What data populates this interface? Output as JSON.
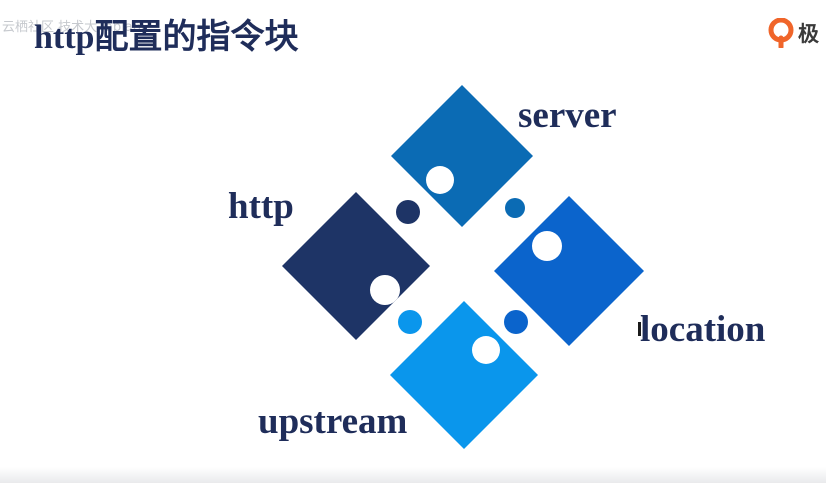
{
  "watermark": "云栖社区 技术大 lablabi",
  "title": "http配置的指令块",
  "brand": {
    "text": "极",
    "icon": "brand-logo-icon",
    "color": "#f0652a"
  },
  "pieces": [
    {
      "label": "server",
      "color": "#0b6bb4"
    },
    {
      "label": "http",
      "color": "#1e3466"
    },
    {
      "label": "location",
      "color": "#0b64cc"
    },
    {
      "label": "upstream",
      "color": "#0a96ec"
    }
  ]
}
